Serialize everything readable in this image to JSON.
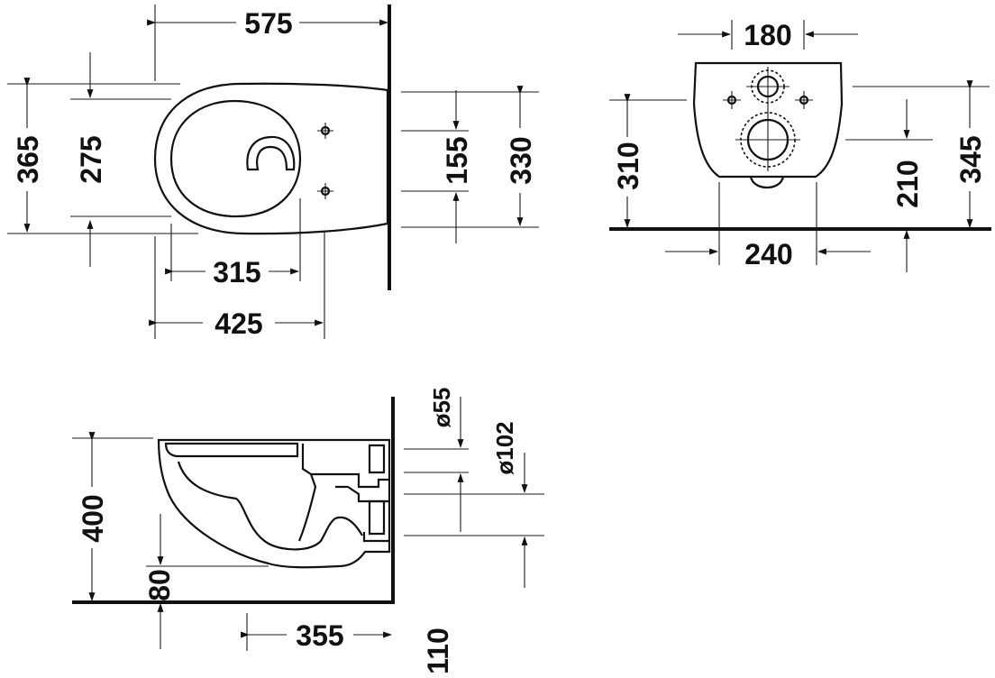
{
  "top_view": {
    "dims": {
      "overall_length": "575",
      "overall_width": "365",
      "seat_width": "275",
      "fix_spacing": "155",
      "fix_height": "330",
      "bowl_depth": "315",
      "bowl_length": "425"
    }
  },
  "rear_view": {
    "dims": {
      "top_span": "180",
      "base_span": "240",
      "height_left": "310",
      "height_mid": "210",
      "height_right": "345"
    }
  },
  "side_view": {
    "dims": {
      "total_height": "400",
      "inlet_dia": "ø55",
      "outlet_dia": "ø102",
      "rim_offset": "80",
      "projection": "355",
      "outlet_height": "110"
    }
  }
}
